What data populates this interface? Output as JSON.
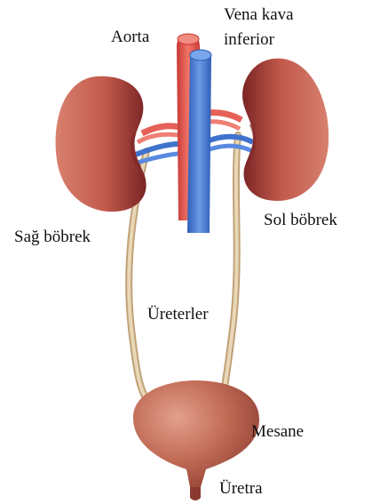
{
  "labels": {
    "aorta": "Aorta",
    "vena_kava_line1": "Vena kava",
    "vena_kava_line2": "inferior",
    "sag_bobrek": "Sağ böbrek",
    "sol_bobrek": "Sol böbrek",
    "ureterler": "Üreterler",
    "mesane": "Mesane",
    "uretra": "Üretra"
  },
  "colors": {
    "kidney": "#c25a4c",
    "aorta": "#e05550",
    "vena": "#4a7fd6",
    "ureter": "#d9c3a0",
    "bladder": "#b85a4a"
  }
}
